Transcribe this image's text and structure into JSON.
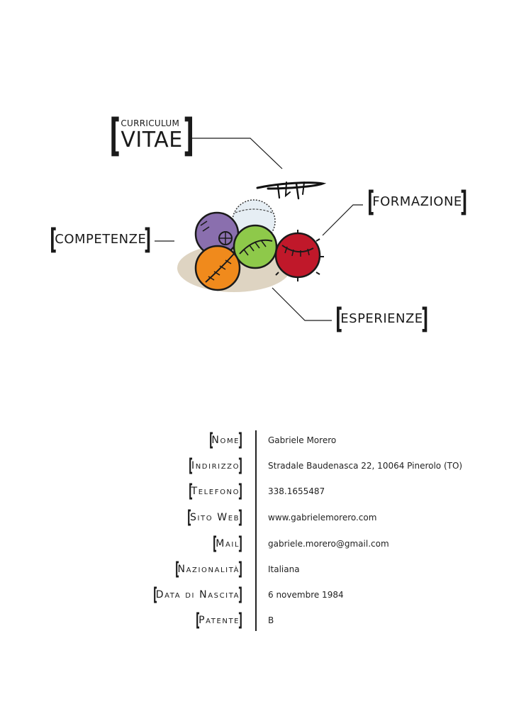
{
  "title": {
    "small": "CURRICULUM",
    "big": "VITAE"
  },
  "sections": {
    "competenze": "COMPETENZE",
    "formazione": "FORMAZIONE",
    "esperienze": "ESPERIENZE"
  },
  "fields": [
    {
      "label": "Nome",
      "value": "Gabriele Morero"
    },
    {
      "label": "Indirizzo",
      "value": "Stradale Baudenasca 22, 10064 Pinerolo (TO)"
    },
    {
      "label": "Telefono",
      "value": "338.1655487"
    },
    {
      "label": "Sito Web",
      "value": "www.gabrielemorero.com"
    },
    {
      "label": "Mail",
      "value": "gabriele.morero@gmail.com"
    },
    {
      "label": "Nazionalità",
      "value": "Italiana"
    },
    {
      "label": "Data di Nascita",
      "value": "6 novembre 1984"
    },
    {
      "label": "Patente",
      "value": "B"
    }
  ],
  "colors": {
    "ball_purple": "#8a6fae",
    "ball_white": "#e6eef4",
    "ball_green": "#8ec94a",
    "ball_red": "#c0182a",
    "ball_orange": "#f08a1c",
    "shadow": "#c8b89a"
  }
}
